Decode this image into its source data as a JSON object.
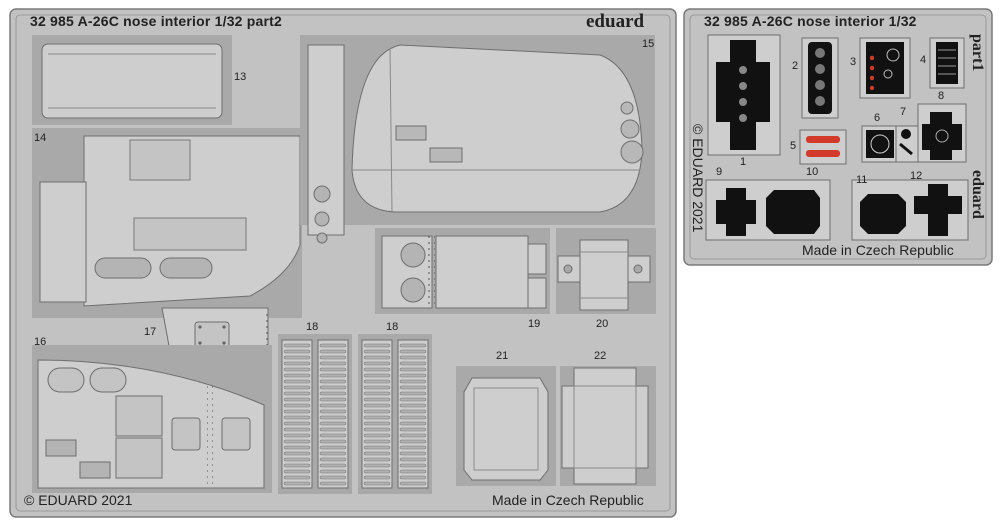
{
  "sheet2": {
    "title": "32 985 A-26C nose interior 1/32 part2",
    "brand": "eduard",
    "copyright": "© EDUARD 2021",
    "made_in": "Made in Czech Republic",
    "part_numbers": {
      "p13": "13",
      "p14": "14",
      "p15": "15",
      "p16": "16",
      "p17": "17",
      "p18a": "18",
      "p18b": "18",
      "p19": "19",
      "p20": "20",
      "p21": "21",
      "p22": "22"
    }
  },
  "sheet1": {
    "title": "32 985 A-26C nose interior 1/32",
    "part_label": "part1",
    "brand": "eduard",
    "copyright": "© EDUARD 2021",
    "made_in": "Made in Czech Republic",
    "part_numbers": {
      "p1": "1",
      "p2": "2",
      "p3": "3",
      "p4": "4",
      "p5": "5",
      "p6": "6",
      "p7": "7",
      "p8": "8",
      "p9": "9",
      "p10": "10",
      "p11": "11",
      "p12": "12"
    }
  },
  "colors": {
    "fret": "#c2c2c2",
    "panel": "#cecece",
    "cutout": "#a8a8a8",
    "outline": "#6e6e6e",
    "paint_black": "#111111",
    "paint_red": "#d23a2a"
  }
}
